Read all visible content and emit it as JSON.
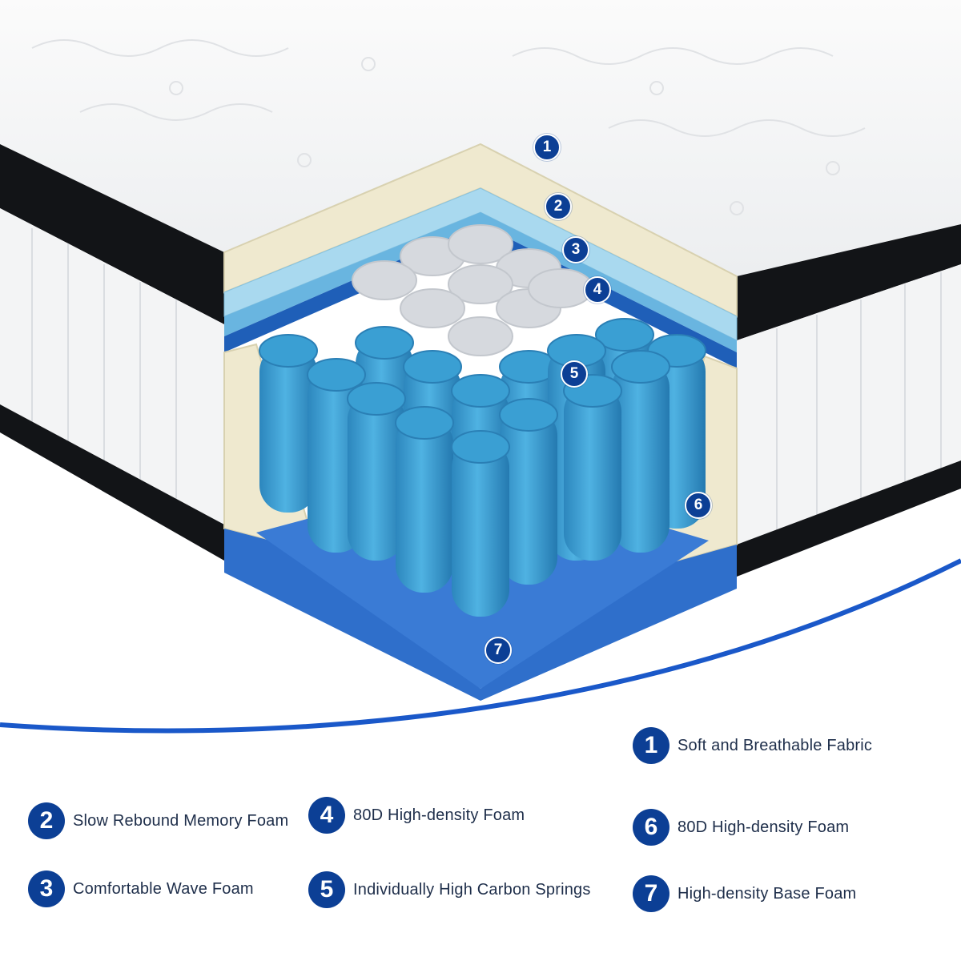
{
  "callouts": [
    {
      "num": "1"
    },
    {
      "num": "2"
    },
    {
      "num": "3"
    },
    {
      "num": "4"
    },
    {
      "num": "5"
    },
    {
      "num": "6"
    },
    {
      "num": "7"
    }
  ],
  "legend": [
    {
      "num": "1",
      "label": "Soft and Breathable Fabric"
    },
    {
      "num": "2",
      "label": "Slow Rebound Memory Foam"
    },
    {
      "num": "3",
      "label": "Comfortable Wave Foam"
    },
    {
      "num": "4",
      "label": "80D High-density Foam"
    },
    {
      "num": "5",
      "label": "Individually High Carbon Springs"
    },
    {
      "num": "6",
      "label": "80D High-density Foam"
    },
    {
      "num": "7",
      "label": "High-density Base Foam"
    }
  ],
  "colors": {
    "accent_blue": "#0c3f95",
    "coil_blue": "#3a9fd3",
    "coil_gray": "#d6d9de",
    "foam_cream": "#efe9cf",
    "memory_foam_blue": "#a9d9ef",
    "base_foam_blue": "#2f6fcb",
    "cover_white": "#f4f5f6",
    "trim_black": "#121417"
  }
}
